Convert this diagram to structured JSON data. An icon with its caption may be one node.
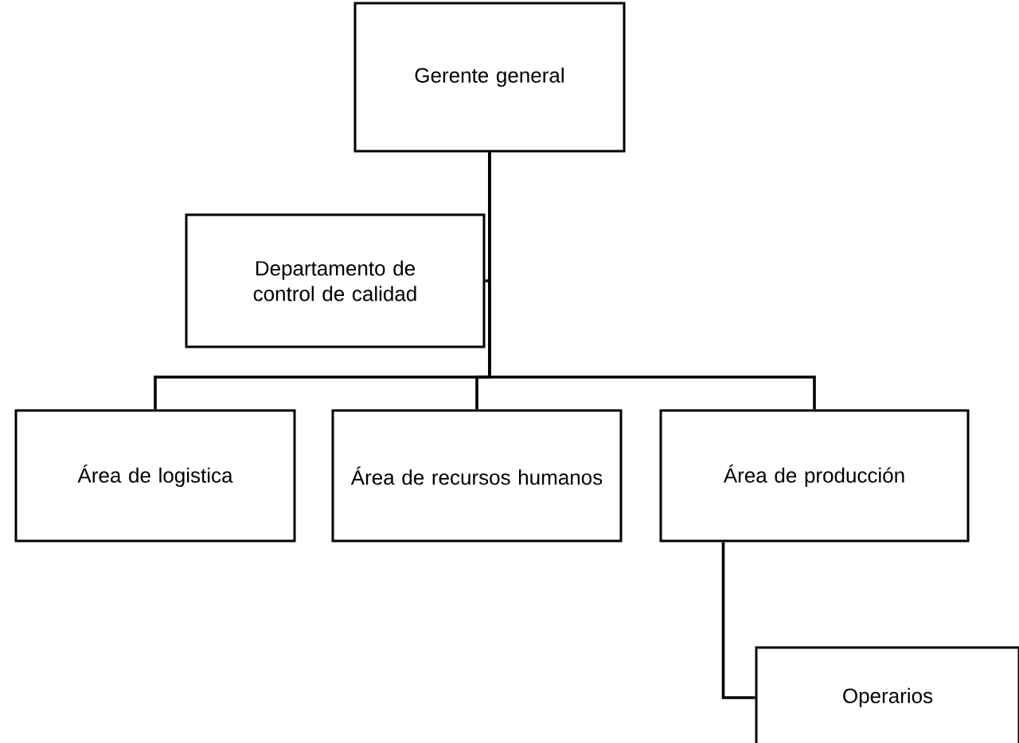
{
  "diagram": {
    "nodes": [
      {
        "text": [
          "Gerente general"
        ]
      },
      {
        "text": [
          "Departamento de control de calidad"
        ]
      },
      {
        "text": [
          "Área de logistica"
        ]
      },
      {
        "text": [
          "Área de recursos humanos"
        ]
      },
      {
        "text": [
          "Área de producción"
        ]
      },
      {
        "text": [
          "Operarios"
        ]
      }
    ],
    "edges": [
      {
        "from": 0,
        "to": 1,
        "arrow": "none"
      },
      {
        "from": 0,
        "to": 2,
        "arrow": "none"
      },
      {
        "from": 0,
        "to": 3,
        "arrow": "none"
      },
      {
        "from": 0,
        "to": 4,
        "arrow": "none"
      },
      {
        "from": 4,
        "to": 5,
        "arrow": "none"
      }
    ]
  }
}
